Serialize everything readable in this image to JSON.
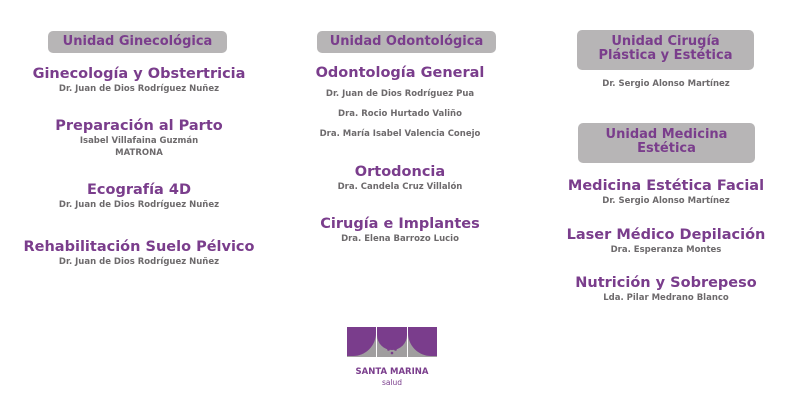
{
  "columns": [
    {
      "unit": [
        "Unidad Ginecológica"
      ],
      "services": [
        {
          "name": "Ginecología y Obstertricia",
          "staff": [
            "Dr. Juan de Dios Rodríguez Nuñez"
          ]
        },
        {
          "name": "Preparación al Parto",
          "staff": [
            "Isabel Villafaina Guzmán",
            "MATRONA"
          ]
        },
        {
          "name": "Ecografía 4D",
          "staff": [
            "Dr. Juan de Dios Rodríguez Nuñez"
          ]
        },
        {
          "name": "Rehabilitación Suelo Pélvico",
          "staff": [
            "Dr. Juan de Dios Rodríguez Nuñez"
          ]
        }
      ]
    },
    {
      "unit": [
        "Unidad Odontológica"
      ],
      "services": [
        {
          "name": "Odontología General",
          "staff": [
            "Dr. Juan de Dios Rodríguez Pua",
            "Dra. Rocio Hurtado Valiño",
            "Dra. María Isabel Valencia Conejo"
          ]
        },
        {
          "name": "Ortodoncia",
          "staff": [
            "Dra. Candela Cruz Villalón"
          ]
        },
        {
          "name": "Cirugía e Implantes",
          "staff": [
            "Dra. Elena Barrozo Lucio"
          ]
        }
      ]
    },
    {
      "unit_a": [
        "Unidad Cirugía",
        "Plástica y Estética"
      ],
      "unit_a_staff": [
        "Dr. Sergio Alonso Martínez"
      ],
      "unit": [
        "Unidad Medicina",
        "Estética"
      ],
      "services": [
        {
          "name": "Medicina Estética Facial",
          "staff": [
            "Dr. Sergio Alonso Martínez"
          ]
        },
        {
          "name": "Laser Médico Depilación",
          "staff": [
            "Dra. Esperanza Montes"
          ]
        },
        {
          "name": "Nutrición y Sobrepeso",
          "staff": [
            "Lda. Pilar Medrano Blanco"
          ]
        }
      ]
    }
  ],
  "logo": {
    "name": "SANTA MARINA",
    "sub": "salud"
  },
  "colors": {
    "brand_purple": "#7a3d8c",
    "unit_bg": "#b7b5b6",
    "staff_text": "#6d6a6c",
    "logo_gray": "#a09e9f"
  }
}
